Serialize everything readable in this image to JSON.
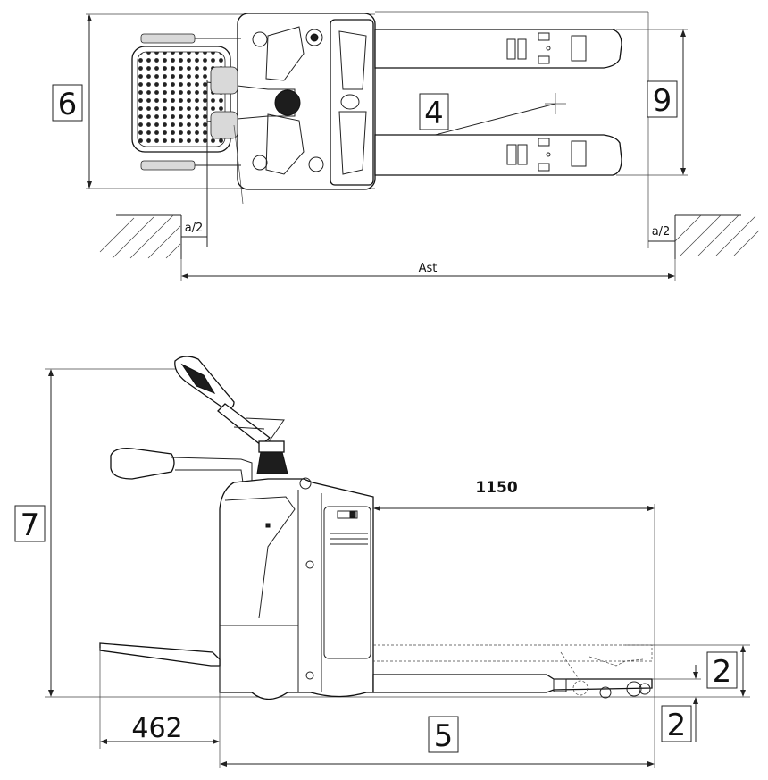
{
  "top_view": {
    "label_width": "6",
    "label_turning_radius": "4",
    "label_fork_spread": "9",
    "label_clearance_left": "a/2",
    "label_clearance_right": "a/2",
    "label_aisle": "Ast"
  },
  "side_view": {
    "label_height": "7",
    "label_fork_length": "1150",
    "label_platform": "462",
    "label_length": "5",
    "label_fork_height": "2",
    "label_ground_clearance": "2"
  }
}
